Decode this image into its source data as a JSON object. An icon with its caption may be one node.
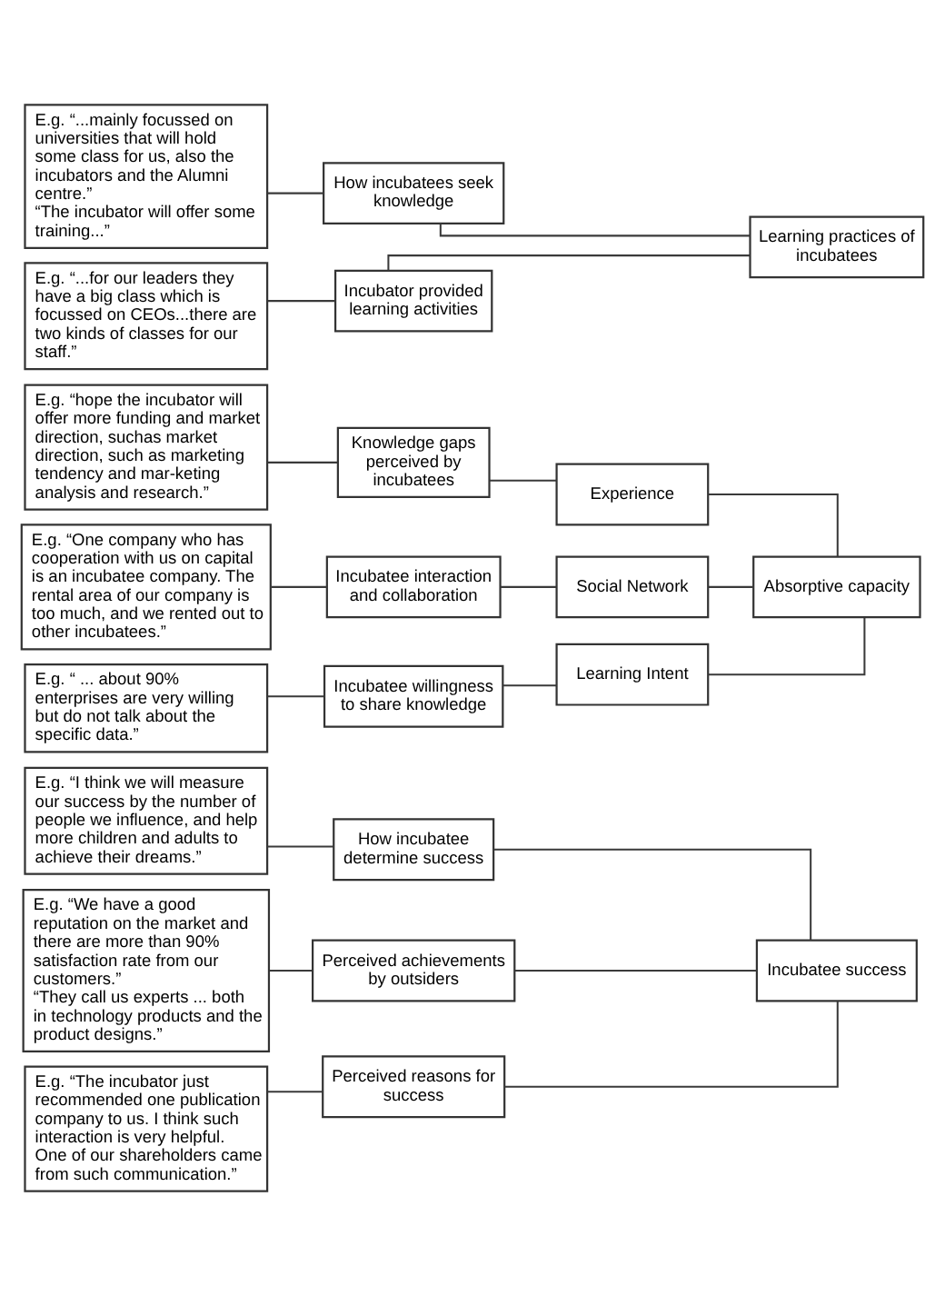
{
  "diagram": {
    "nodes": [
      {
        "text": [
          "E.g. “...mainly focussed on universities that will hold some class for us, also the incubators and the Alumni centre.”",
          "“The incubator will offer some training...”"
        ]
      },
      {
        "text": [
          "How incubatees seek knowledge"
        ]
      },
      {
        "text": [
          "E.g. “...for our leaders they have a big class which is focussed on CEOs...there are two kinds of classes for our staff.”"
        ]
      },
      {
        "text": [
          "Incubator provided learning activities"
        ]
      },
      {
        "text": [
          "Learning practices of incubatees"
        ]
      },
      {
        "text": [
          "E.g. “hope the incubator will offer more funding and market direction, suchas market direction, such as marketing tendency and mar-keting analysis and research.”"
        ]
      },
      {
        "text": [
          "Knowledge gaps perceived by incubatees"
        ]
      },
      {
        "text": [
          "Experience"
        ]
      },
      {
        "text": [
          "E.g. “One company who has cooperation with us on capital is an incubatee company. The rental area of our company is too much, and we rented out to other incubatees.”"
        ]
      },
      {
        "text": [
          "Incubatee interaction and collaboration"
        ]
      },
      {
        "text": [
          "Social Network"
        ]
      },
      {
        "text": [
          "Absorptive capacity"
        ]
      },
      {
        "text": [
          "E.g. “ ... about 90% enterprises are very willing but do not talk about the specific data.”"
        ]
      },
      {
        "text": [
          "Incubatee willingness to share knowledge"
        ]
      },
      {
        "text": [
          "Learning Intent"
        ]
      },
      {
        "text": [
          "E.g. “I think we will measure our success by the number of people we influence, and help more children and adults to achieve their dreams.”"
        ]
      },
      {
        "text": [
          "How incubatee determine success"
        ]
      },
      {
        "text": [
          "E.g. “We have a good reputation on the market and there are more than 90% satisfaction rate from our customers.”",
          "“They call us experts ... both in technology products and the product designs.”"
        ]
      },
      {
        "text": [
          "Perceived achievements by outsiders"
        ]
      },
      {
        "text": [
          "Perceived reasons for success"
        ]
      },
      {
        "text": [
          "E.g. “The incubator just recommended one publication company to us. I think such interaction is very helpful. One of our shareholders came from such communication.”"
        ]
      },
      {
        "text": [
          "Incubatee success"
        ]
      }
    ],
    "edges": [
      {
        "from": 0,
        "to": 1,
        "arrow": "none"
      },
      {
        "from": 2,
        "to": 3,
        "arrow": "none"
      },
      {
        "from": 1,
        "to": 4,
        "arrow": "none"
      },
      {
        "from": 3,
        "to": 4,
        "arrow": "none"
      },
      {
        "from": 5,
        "to": 6,
        "arrow": "none"
      },
      {
        "from": 8,
        "to": 9,
        "arrow": "none"
      },
      {
        "from": 12,
        "to": 13,
        "arrow": "none"
      },
      {
        "from": 6,
        "to": 7,
        "arrow": "none"
      },
      {
        "from": 9,
        "to": 10,
        "arrow": "none"
      },
      {
        "from": 13,
        "to": 14,
        "arrow": "none"
      },
      {
        "from": 7,
        "to": 11,
        "arrow": "none"
      },
      {
        "from": 10,
        "to": 11,
        "arrow": "none"
      },
      {
        "from": 14,
        "to": 11,
        "arrow": "none"
      },
      {
        "from": 15,
        "to": 16,
        "arrow": "none"
      },
      {
        "from": 17,
        "to": 18,
        "arrow": "none"
      },
      {
        "from": 20,
        "to": 19,
        "arrow": "none"
      },
      {
        "from": 16,
        "to": 21,
        "arrow": "none"
      },
      {
        "from": 18,
        "to": 21,
        "arrow": "none"
      },
      {
        "from": 19,
        "to": 21,
        "arrow": "none"
      }
    ]
  }
}
